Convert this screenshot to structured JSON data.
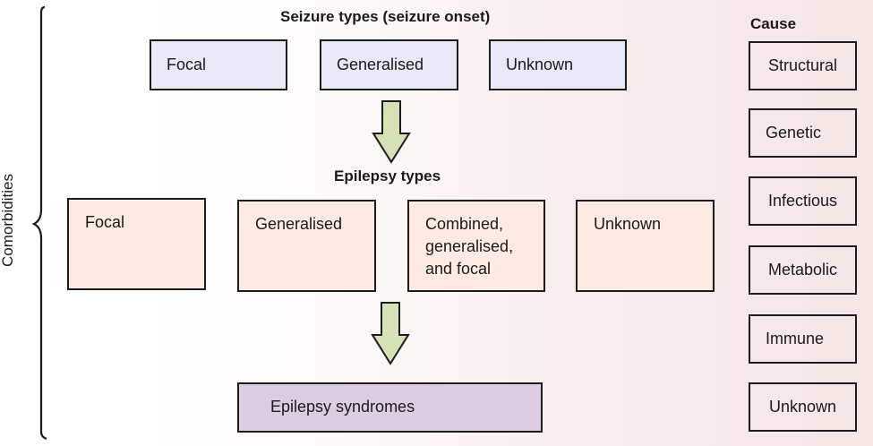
{
  "seizure_types": {
    "heading": "Seizure types (seizure onset)",
    "items": [
      "Focal",
      "Generalised",
      "Unknown"
    ]
  },
  "epilepsy_types": {
    "heading": "Epilepsy types",
    "items": [
      "Focal",
      "Generalised",
      "Combined,",
      "generalised,",
      "and focal",
      "Unknown"
    ]
  },
  "epilepsy_syndromes": {
    "label": "Epilepsy syndromes"
  },
  "cause": {
    "heading": "Cause",
    "items": [
      "Structural",
      "Genetic",
      "Infectious",
      "Metabolic",
      "Immune",
      "Unknown"
    ]
  },
  "comorbidities": {
    "label": "Comorbidities"
  },
  "colors": {
    "seizure_fill": "#e8e8f6",
    "epilepsy_fill": "#fdebe3",
    "syndrome_fill": "#dccde3",
    "arrow_fill": "#d4e2b6"
  }
}
